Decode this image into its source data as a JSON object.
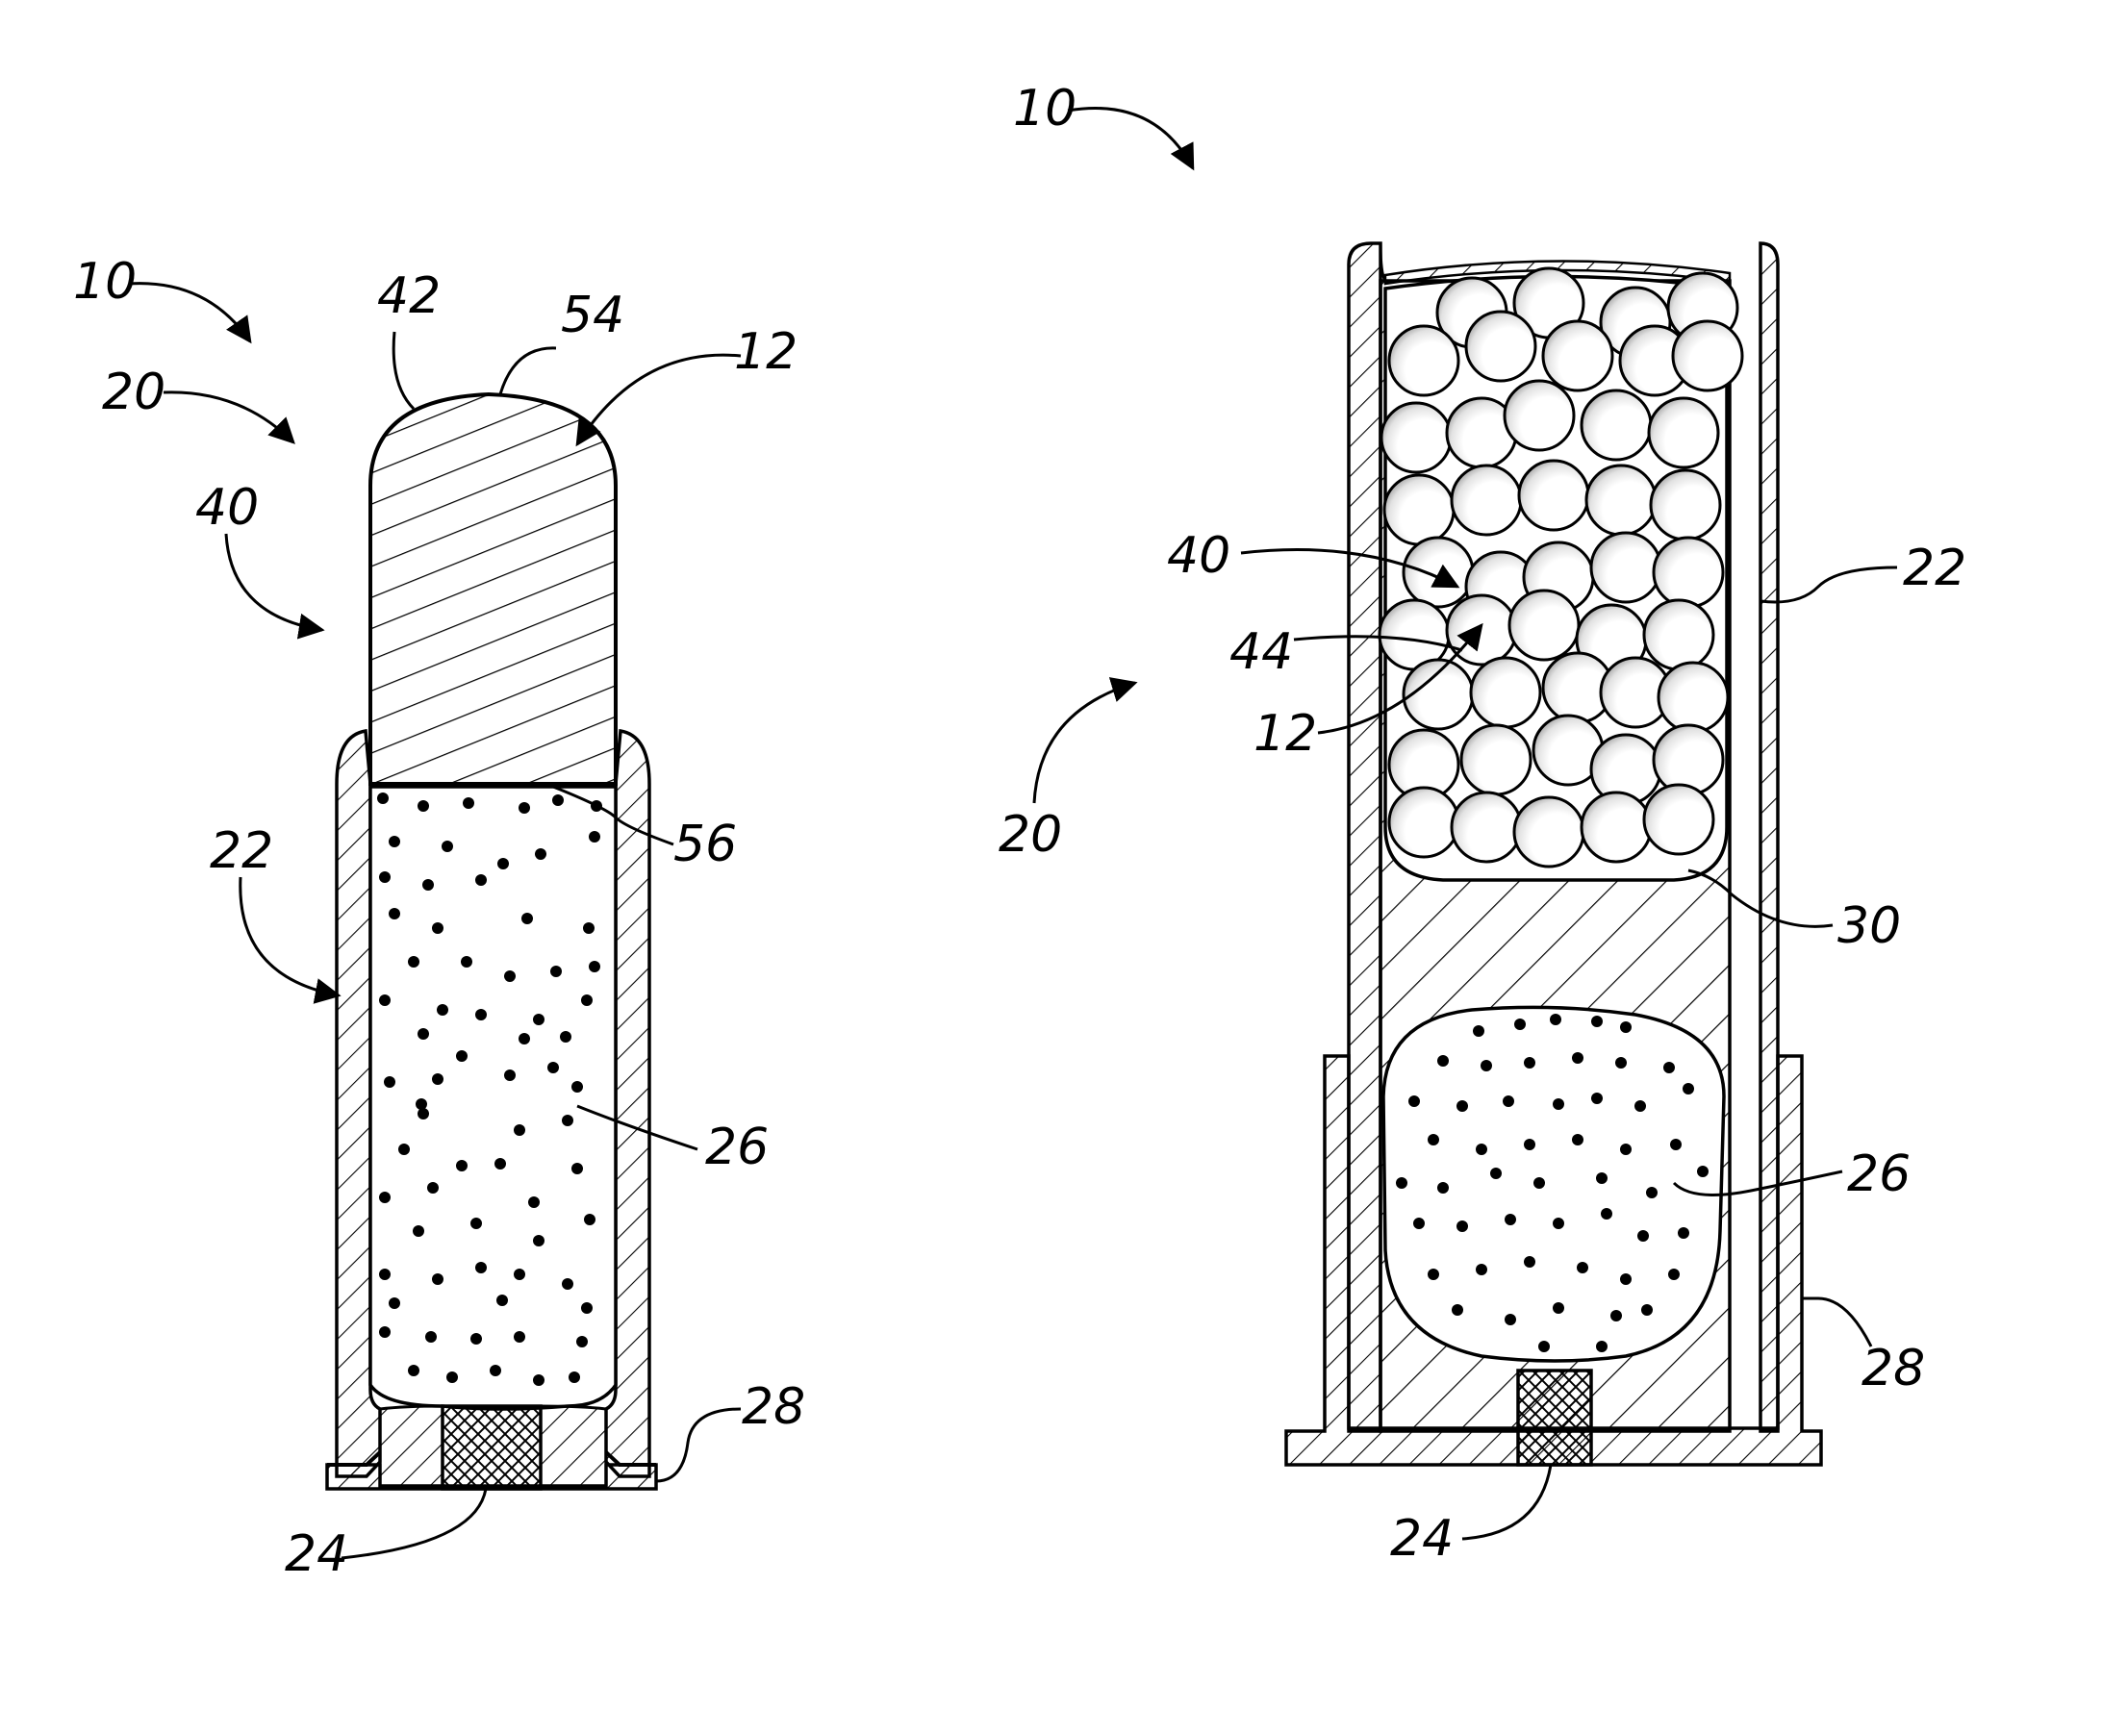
{
  "figure_left": {
    "ref_10": "10",
    "ref_20": "20",
    "ref_40": "40",
    "ref_42": "42",
    "ref_54": "54",
    "ref_12": "12",
    "ref_22": "22",
    "ref_56": "56",
    "ref_26": "26",
    "ref_28": "28",
    "ref_24": "24"
  },
  "figure_right": {
    "ref_10": "10",
    "ref_20": "20",
    "ref_40": "40",
    "ref_44": "44",
    "ref_12": "12",
    "ref_22": "22",
    "ref_30": "30",
    "ref_26": "26",
    "ref_28": "28",
    "ref_24": "24"
  }
}
